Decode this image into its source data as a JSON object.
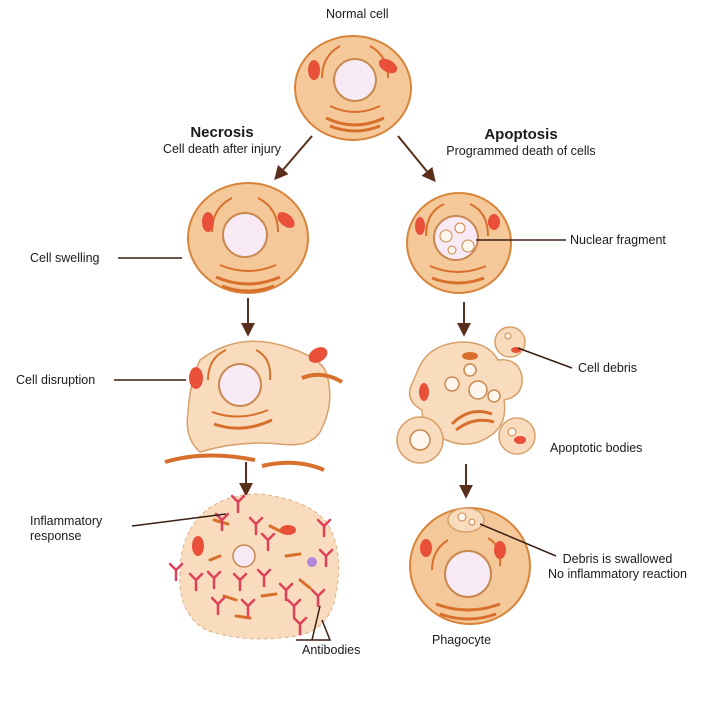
{
  "labels": {
    "normal_cell": "Normal cell",
    "necrosis_title": "Necrosis",
    "necrosis_subtitle": "Cell death after injury",
    "apoptosis_title": "Apoptosis",
    "apoptosis_subtitle": "Programmed death of cells",
    "cell_swelling": "Cell swelling",
    "nuclear_fragment": "Nuclear fragment",
    "cell_disruption": "Cell disruption",
    "cell_debris": "Cell debris",
    "apoptotic_bodies": "Apoptotic bodies",
    "inflammatory_line1": "Inflammatory",
    "inflammatory_line2": "response",
    "debris_swallowed": "Debris is swallowed",
    "no_inflammatory": "No inflammatory reaction",
    "antibodies": "Antibodies",
    "phagocyte": "Phagocyte"
  },
  "colors": {
    "cell_fill": "#f5c89a",
    "cell_outline": "#d8843a",
    "nucleus_fill": "#f7eaf4",
    "nucleus_outline": "#c9884e",
    "organelle_red": "#e8503a",
    "er_orange": "#d86f2c",
    "debris_fill": "#f9dcbd",
    "antibody_red": "#e0405a",
    "arrow": "#5a2e1c"
  }
}
